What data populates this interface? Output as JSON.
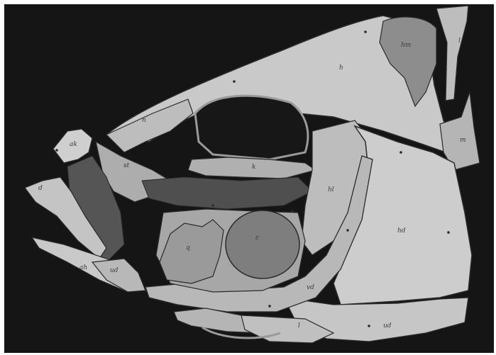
{
  "figure": {
    "colors": {
      "paper": "#ffffff",
      "background": "#151515",
      "bone_light": "#c9c9c9",
      "bone_mid": "#9d9d9d",
      "bone_dark": "#6e6e6e",
      "outline": "#2a2a2a",
      "label": "#3a3a3a"
    },
    "labels": {
      "h": "h",
      "hm_top": "hm",
      "l_top": "l",
      "m": "m",
      "n": "n",
      "st": "st",
      "ak": "ak",
      "d": "d",
      "k": "k",
      "hl": "hl",
      "hd": "hd",
      "q": "q",
      "c": "c",
      "vd": "vd",
      "ud": "ud",
      "l_bottom": "l",
      "ud_bottom": "ud",
      "ah": "ah"
    }
  }
}
